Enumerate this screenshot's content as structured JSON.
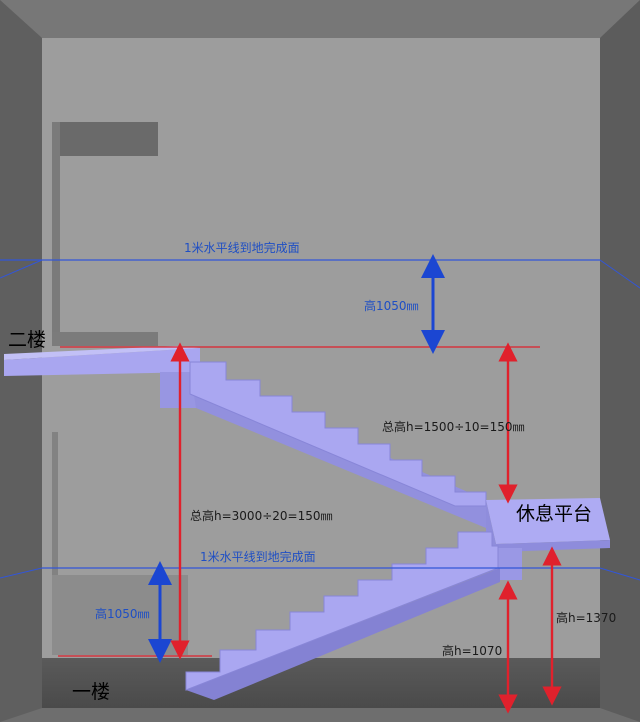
{
  "labels": {
    "second_floor": "二楼",
    "first_floor": "一楼",
    "landing": "休息平台",
    "level_line_upper": "1米水平线到地完成面",
    "level_line_lower": "1米水平线到地完成面",
    "height_upper_rail": "高1050㎜",
    "height_lower_rail": "高1050㎜",
    "total_height_upper_flight": "总高h=1500÷10=150㎜",
    "total_height_full": "总高h=3000÷20=150㎜",
    "height_1070": "高h=1070",
    "height_1370": "高h=1370"
  },
  "colors": {
    "stair": "#a9a6f0",
    "stair_edge": "#8886d8",
    "blue_arrow": "#1b46d2",
    "red_arrow": "#e0212c",
    "level_line": "#3256d8"
  }
}
